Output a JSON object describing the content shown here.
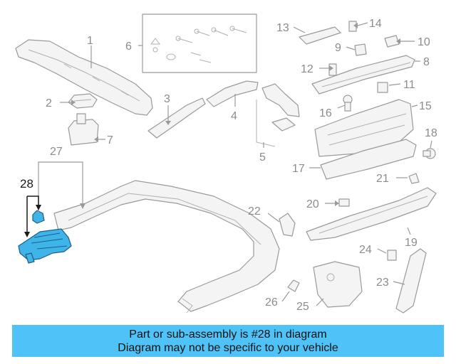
{
  "callouts": [
    "1",
    "2",
    "3",
    "4",
    "5",
    "6",
    "7",
    "8",
    "9",
    "10",
    "11",
    "12",
    "13",
    "14",
    "15",
    "16",
    "17",
    "18",
    "19",
    "20",
    "21",
    "22",
    "23",
    "24",
    "25",
    "26",
    "27",
    "28"
  ],
  "highlight_part": "28",
  "highlight_color": "#3fb4e8",
  "banner": {
    "line1": "Part or sub-assembly is #28 in diagram",
    "line2": "Diagram may not be specific to your vehicle",
    "background": "#4fc3f7"
  }
}
